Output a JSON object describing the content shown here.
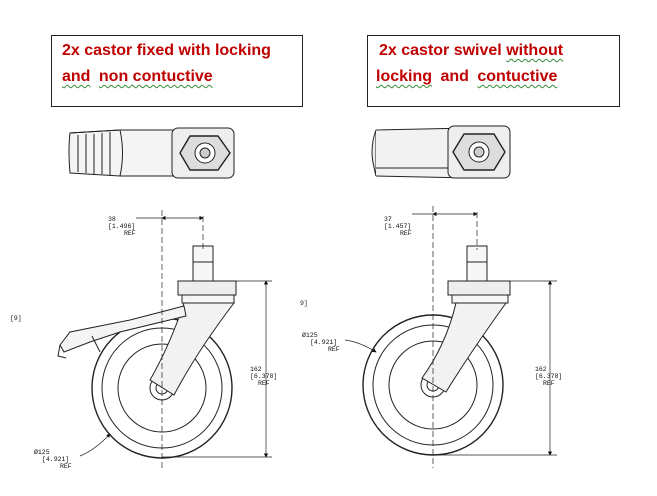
{
  "captions": {
    "left_line1": "2x castor fixed with locking",
    "left_line2_and": "and",
    "left_line2_rest": "non contuctive",
    "right_line1_a": "2x castor swivel",
    "right_line1_b": "without",
    "right_line2_a": "locking",
    "right_line2_b": "and",
    "right_line2_c": "contuctive"
  },
  "left_drawing": {
    "offset_mm": "38",
    "offset_in": "[1.496]",
    "offset_ref": "REF",
    "height_mm": "162",
    "height_in": "[6.378]",
    "height_ref": "REF",
    "diameter_mm": "Ø125",
    "diameter_in": "[4.921]",
    "diameter_ref": "REF",
    "edge_mark": "[9]"
  },
  "right_drawing": {
    "offset_mm": "37",
    "offset_in": "[1.457]",
    "offset_ref": "REF",
    "height_mm": "162",
    "height_in": "[6.378]",
    "height_ref": "REF",
    "diameter_mm": "Ø125",
    "diameter_in": "[4.921]",
    "diameter_ref": "REF",
    "edge_mark": "9]"
  }
}
